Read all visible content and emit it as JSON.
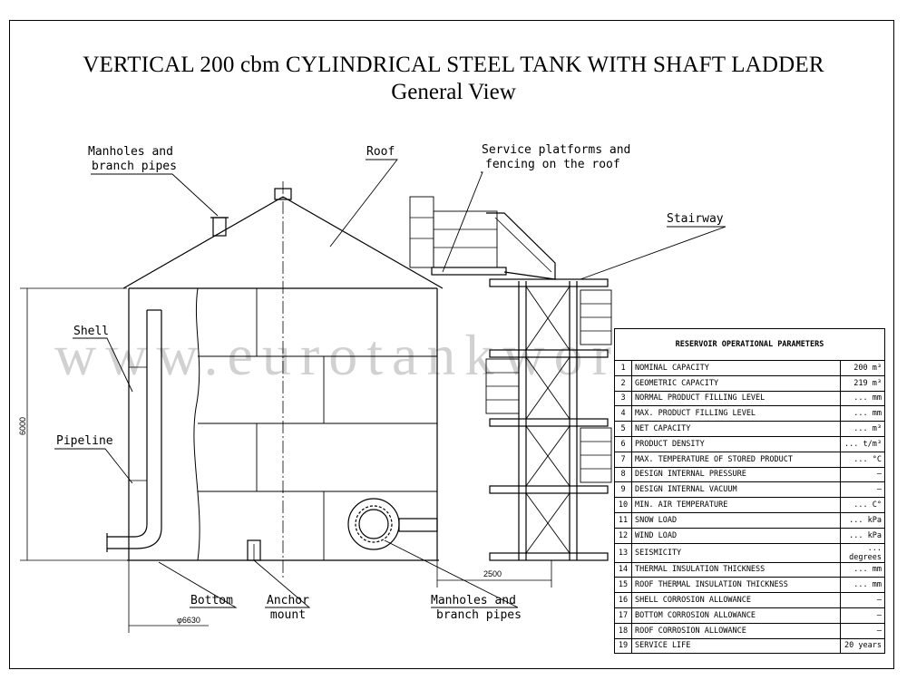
{
  "title": "VERTICAL 200 cbm CYLINDRICAL STEEL TANK WITH SHAFT  LADDER",
  "subtitle": "General View",
  "watermark": "www.eurotankworks.com",
  "labels": {
    "manholes_top": [
      "Manholes and",
      "branch pipes"
    ],
    "roof": "Roof",
    "service_platforms": [
      "Service platforms and",
      "fencing on the roof"
    ],
    "stairway": "Stairway",
    "shell": "Shell",
    "pipeline": "Pipeline",
    "bottom": "Bottom",
    "anchor_mount": [
      "Anchor",
      "mount"
    ],
    "manholes_bottom": [
      "Manholes and",
      "branch pipes"
    ]
  },
  "dimensions": {
    "height": "6000",
    "stair_offset": "2500",
    "diameter": "φ6630"
  },
  "params_table": {
    "header": "RESERVOIR OPERATIONAL PARAMETERS",
    "rows": [
      {
        "n": "1",
        "name": "NOMINAL CAPACITY",
        "value": "200 m³"
      },
      {
        "n": "2",
        "name": "GEOMETRIC CAPACITY",
        "value": "219 m³"
      },
      {
        "n": "3",
        "name": "NORMAL PRODUCT FILLING LEVEL",
        "value": "... mm"
      },
      {
        "n": "4",
        "name": "MAX. PRODUCT FILLING LEVEL",
        "value": "... mm"
      },
      {
        "n": "5",
        "name": "NET CAPACITY",
        "value": "... m³"
      },
      {
        "n": "6",
        "name": "PRODUCT DENSITY",
        "value": "... t/m³"
      },
      {
        "n": "7",
        "name": "MAX. TEMPERATURE OF STORED PRODUCT",
        "value": "... °C"
      },
      {
        "n": "8",
        "name": "DESIGN INTERNAL PRESSURE",
        "value": "–"
      },
      {
        "n": "9",
        "name": " DESIGN INTERNAL VACUUM",
        "value": "–"
      },
      {
        "n": "10",
        "name": "MIN. AIR TEMPERATURE",
        "value": "... C°"
      },
      {
        "n": "11",
        "name": "SNOW LOAD",
        "value": "... kPa"
      },
      {
        "n": "12",
        "name": "WIND LOAD",
        "value": "... kPa"
      },
      {
        "n": "13",
        "name": "SEISMICITY",
        "value": "... degrees"
      },
      {
        "n": "14",
        "name": "THERMAL INSULATION THICKNESS",
        "value": "... mm"
      },
      {
        "n": "15",
        "name": "ROOF THERMAL INSULATION THICKNESS",
        "value": "... mm"
      },
      {
        "n": "16",
        "name": "SHELL CORROSION ALLOWANCE",
        "value": "–"
      },
      {
        "n": "17",
        "name": " BOTTOM CORROSION ALLOWANCE",
        "value": "–"
      },
      {
        "n": "18",
        "name": "ROOF CORROSION ALLOWANCE",
        "value": "–"
      },
      {
        "n": "19",
        "name": "SERVICE LIFE",
        "value": "20 years"
      }
    ]
  }
}
